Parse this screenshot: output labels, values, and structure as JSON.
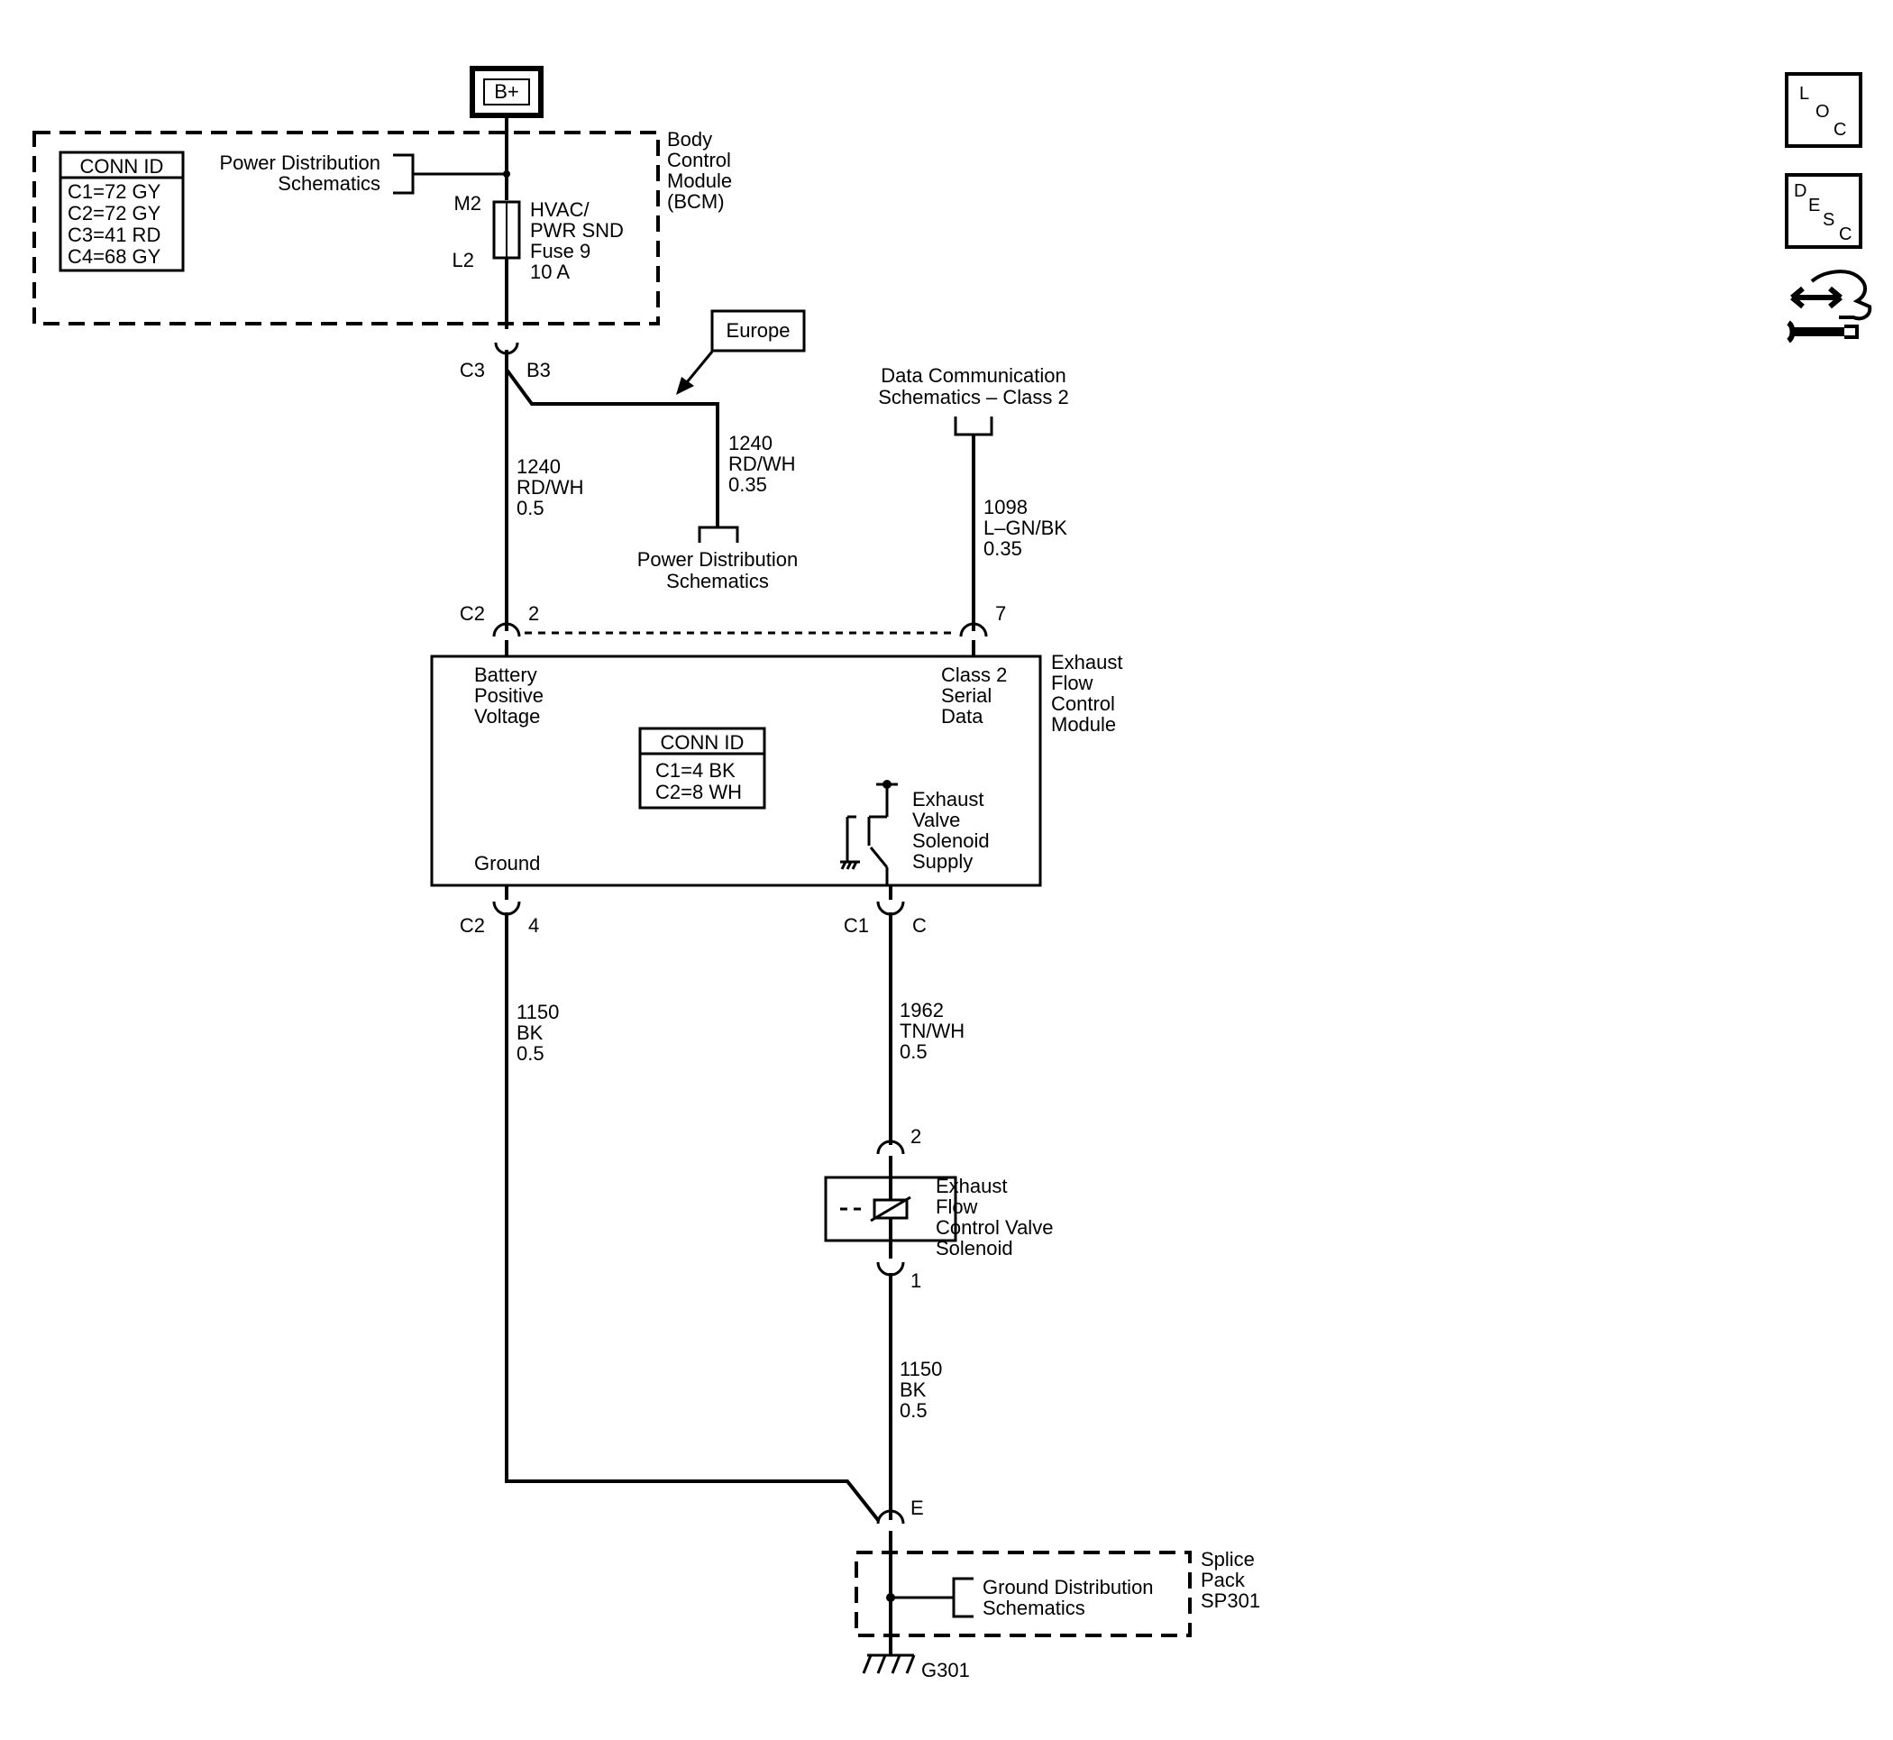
{
  "battery": {
    "label": "B+"
  },
  "bcm": {
    "name": [
      "Body",
      "Control",
      "Module",
      "(BCM)"
    ],
    "conn_id": {
      "title": "CONN ID",
      "rows": [
        "C1=72 GY",
        "C2=72 GY",
        "C3=41 RD",
        "C4=68 GY"
      ]
    },
    "power_dist_ref": [
      "Power Distribution",
      "Schematics"
    ],
    "fuse": {
      "top_pin": "M2",
      "bottom_pin": "L2",
      "label": [
        "HVAC/",
        "PWR SND",
        "Fuse 9",
        "10 A"
      ]
    },
    "out_connector": {
      "conn": "C3",
      "pin": "B3"
    }
  },
  "europe": {
    "label": "Europe"
  },
  "wire_1240_main": [
    "1240",
    "RD/WH",
    "0.5"
  ],
  "wire_1240_branch": [
    "1240",
    "RD/WH",
    "0.35"
  ],
  "power_dist_bottom": [
    "Power Distribution",
    "Schematics"
  ],
  "data_comm_ref": [
    "Data Communication",
    "Schematics – Class 2"
  ],
  "wire_1098": [
    "1098",
    "L–GN/BK",
    "0.35"
  ],
  "efcm": {
    "name": [
      "Exhaust",
      "Flow",
      "Control",
      "Module"
    ],
    "battery_input": [
      "Battery",
      "Positive",
      "Voltage"
    ],
    "class2_input": [
      "Class 2",
      "Serial",
      "Data"
    ],
    "ground_label": "Ground",
    "conn_id": {
      "title": "CONN ID",
      "rows": [
        "C1=4 BK",
        "C2=8 WH"
      ]
    },
    "solenoid_supply": [
      "Exhaust",
      "Valve",
      "Solenoid",
      "Supply"
    ],
    "pin_batt": {
      "conn": "C2",
      "pin": "2"
    },
    "pin_class2": {
      "pin": "7"
    },
    "pin_ground": {
      "conn": "C2",
      "pin": "4"
    },
    "pin_supply": {
      "conn": "C1",
      "pin": "C"
    }
  },
  "wire_1150_left": [
    "1150",
    "BK",
    "0.5"
  ],
  "wire_1962": [
    "1962",
    "TN/WH",
    "0.5"
  ],
  "solenoid": {
    "name": [
      "Exhaust",
      "Flow",
      "Control Valve",
      "Solenoid"
    ],
    "pin_top": "2",
    "pin_bottom": "1"
  },
  "wire_1150_right": [
    "1150",
    "BK",
    "0.5"
  ],
  "splice": {
    "pin": "E",
    "name": [
      "Splice",
      "Pack",
      "SP301"
    ],
    "ground_dist_ref": [
      "Ground Distribution",
      "Schematics"
    ]
  },
  "ground": {
    "label": "G301"
  },
  "side_icons": {
    "loc": [
      "L",
      "O",
      "C"
    ],
    "desc": [
      "D",
      "E",
      "S",
      "C"
    ],
    "repair": "hand-wrench-icon"
  }
}
